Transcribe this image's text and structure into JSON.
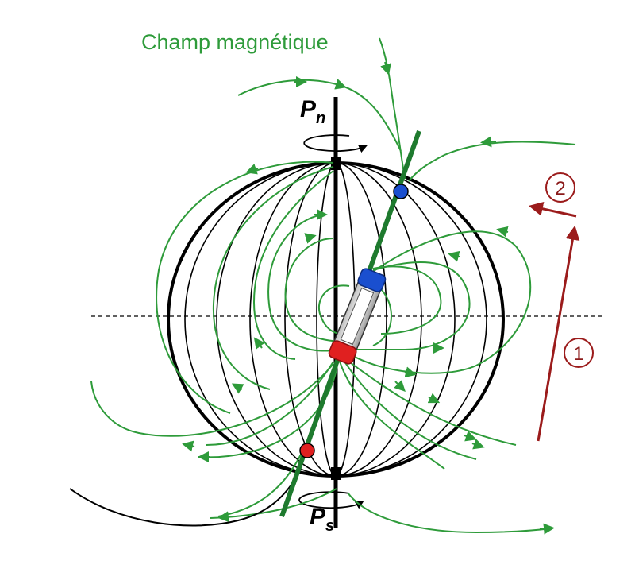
{
  "title": "Champ magnétique",
  "pole_north": {
    "letter": "P",
    "subscript": "n"
  },
  "pole_south": {
    "letter": "P",
    "subscript": "s"
  },
  "label_1": "1",
  "label_2": "2",
  "colors": {
    "field": "#2e9b3a",
    "sphere": "#000000",
    "north_magnetic": "#1a4fcf",
    "south_magnetic": "#e02020",
    "motion_arrow": "#9b1b1b",
    "tilted_axis": "#1e7a2e"
  }
}
